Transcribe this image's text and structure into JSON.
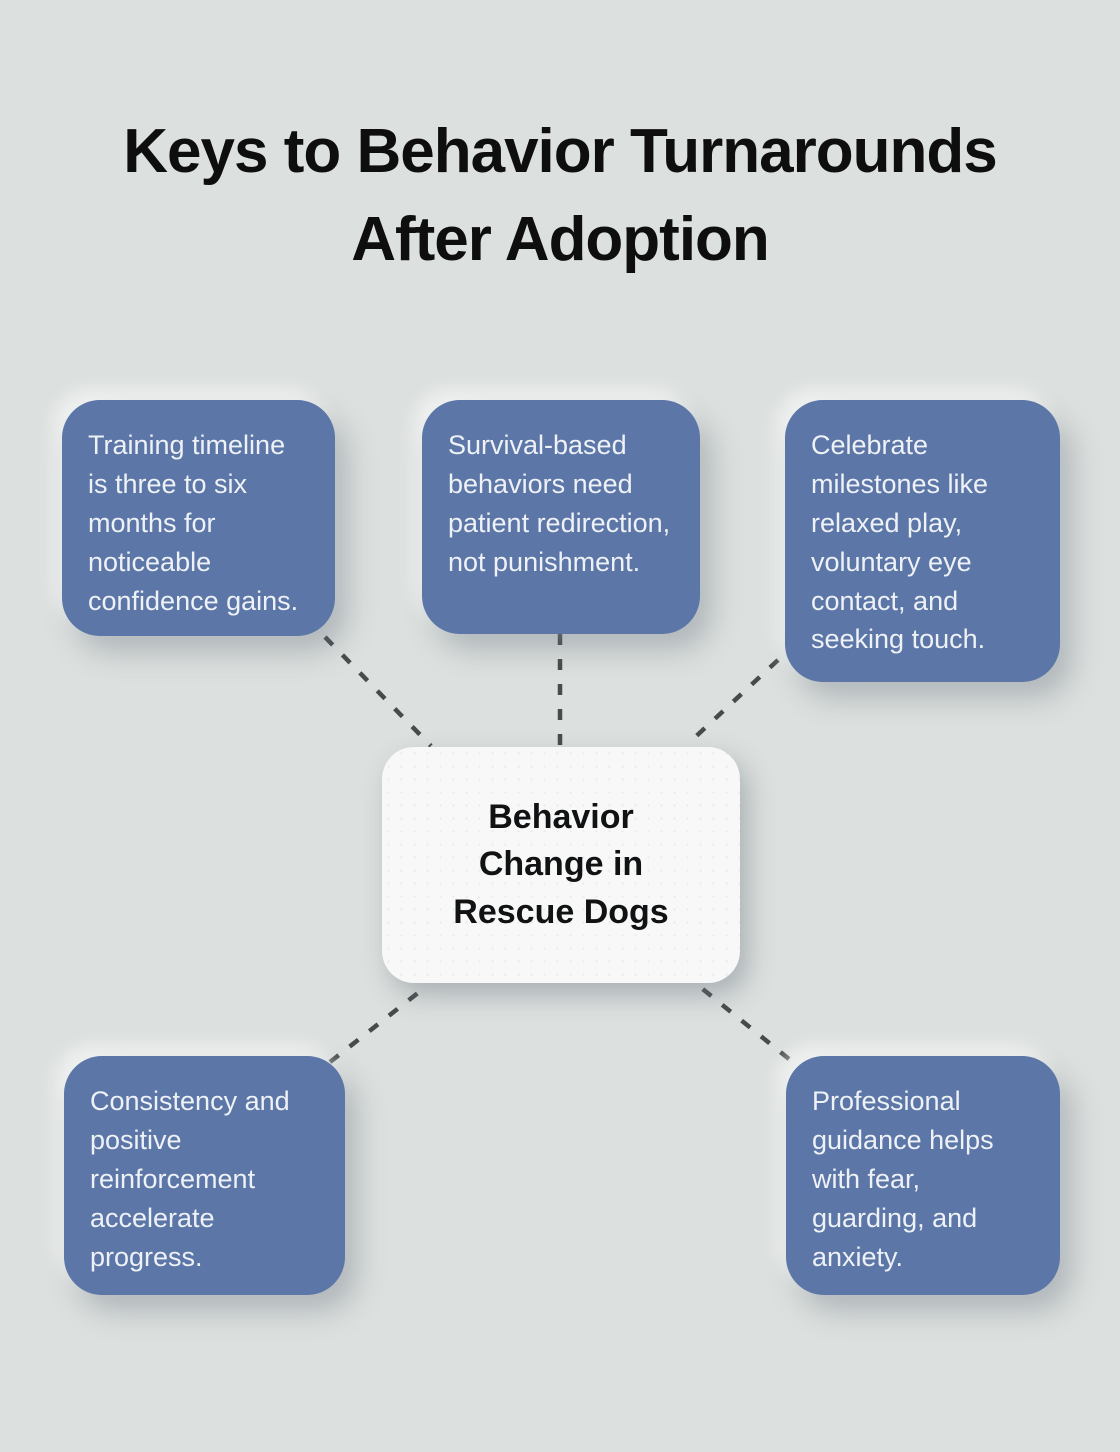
{
  "title": "Keys to Behavior Turnarounds After Adoption",
  "center": {
    "label": "Behavior Change in Rescue Dogs"
  },
  "nodes": [
    {
      "id": "top-left",
      "text": "Training timeline is three to six months for noticeable confidence gains."
    },
    {
      "id": "top-middle",
      "text": "Survival-based behaviors need patient redirection, not punishment."
    },
    {
      "id": "top-right",
      "text": "Celebrate milestones like relaxed play, voluntary eye contact, and seeking touch."
    },
    {
      "id": "bottom-left",
      "text": "Consistency and positive reinforcement accelerate progress."
    },
    {
      "id": "bottom-right",
      "text": "Professional guidance helps with fear, guarding, and anxiety."
    }
  ],
  "colors": {
    "background": "#dce0de",
    "node_fill": "#5b76a7",
    "node_text": "#eef1f6",
    "center_fill": "#f7f8f7",
    "center_text": "#111214",
    "connector": "#474b4c",
    "title_text": "#0e0e0f"
  }
}
